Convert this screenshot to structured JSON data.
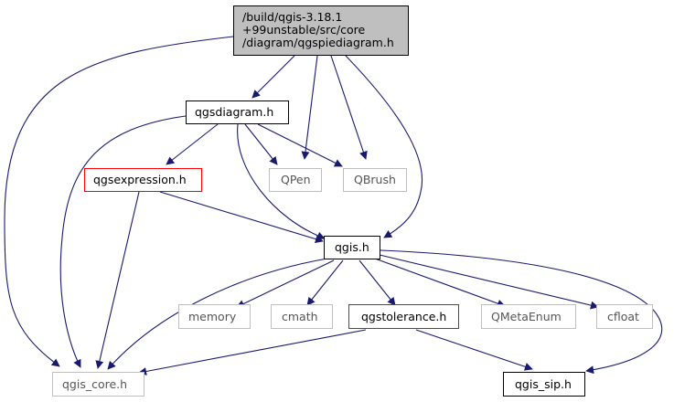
{
  "colors": {
    "edge": "#191970",
    "root_fill": "#bfbfbf",
    "node_border_black": "#000000",
    "node_border_red": "#ff0000",
    "node_border_grey": "#bfbfbf",
    "text": "#000000",
    "text_grey": "#555555"
  },
  "nodes": {
    "root": {
      "lines": [
        "/build/qgis-3.18.1",
        "+99unstable/src/core",
        "/diagram/qgspiediagram.h"
      ]
    },
    "qgsdiagram": {
      "label": "qgsdiagram.h"
    },
    "qgsexpression": {
      "label": "qgsexpression.h"
    },
    "qpen": {
      "label": "QPen"
    },
    "qbrush": {
      "label": "QBrush"
    },
    "qgis": {
      "label": "qgis.h"
    },
    "memory": {
      "label": "memory"
    },
    "cmath": {
      "label": "cmath"
    },
    "qgstolerance": {
      "label": "qgstolerance.h"
    },
    "qmetaenum": {
      "label": "QMetaEnum"
    },
    "cfloat": {
      "label": "cfloat"
    },
    "qgis_core": {
      "label": "qgis_core.h"
    },
    "qgis_sip": {
      "label": "qgis_sip.h"
    }
  },
  "edges": [
    {
      "from": "root",
      "to": "qgsdiagram"
    },
    {
      "from": "root",
      "to": "qpen"
    },
    {
      "from": "root",
      "to": "qbrush"
    },
    {
      "from": "root",
      "to": "qgis"
    },
    {
      "from": "root",
      "to": "qgis_core"
    },
    {
      "from": "qgsdiagram",
      "to": "qgsexpression"
    },
    {
      "from": "qgsdiagram",
      "to": "qpen"
    },
    {
      "from": "qgsdiagram",
      "to": "qbrush"
    },
    {
      "from": "qgsdiagram",
      "to": "qgis"
    },
    {
      "from": "qgsdiagram",
      "to": "qgis_core"
    },
    {
      "from": "qgsexpression",
      "to": "qgis"
    },
    {
      "from": "qgsexpression",
      "to": "qgis_core"
    },
    {
      "from": "qgis",
      "to": "memory"
    },
    {
      "from": "qgis",
      "to": "cmath"
    },
    {
      "from": "qgis",
      "to": "qgstolerance"
    },
    {
      "from": "qgis",
      "to": "qmetaenum"
    },
    {
      "from": "qgis",
      "to": "cfloat"
    },
    {
      "from": "qgis",
      "to": "qgis_core"
    },
    {
      "from": "qgis",
      "to": "qgis_sip"
    },
    {
      "from": "qgstolerance",
      "to": "qgis_core"
    },
    {
      "from": "qgstolerance",
      "to": "qgis_sip"
    }
  ]
}
